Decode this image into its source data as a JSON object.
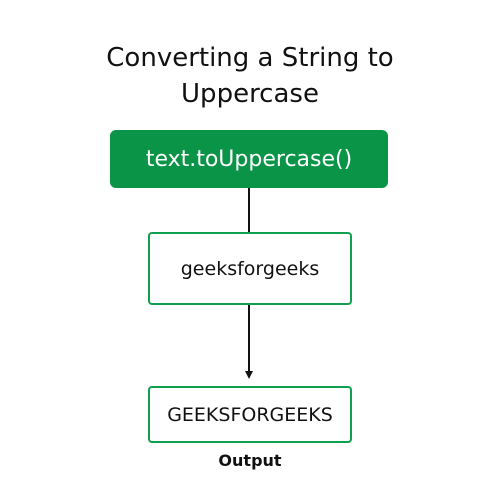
{
  "title": {
    "line1": "Converting a String to",
    "line2": "Uppercase"
  },
  "method_label": "text.toUppercase()",
  "input_label": "geeksforgeeks",
  "output_value": "GEEKSFORGEEKS",
  "output_caption": "Output",
  "colors": {
    "accent": "#0a9447",
    "box_border": "#109f4f",
    "text": "#111111"
  }
}
